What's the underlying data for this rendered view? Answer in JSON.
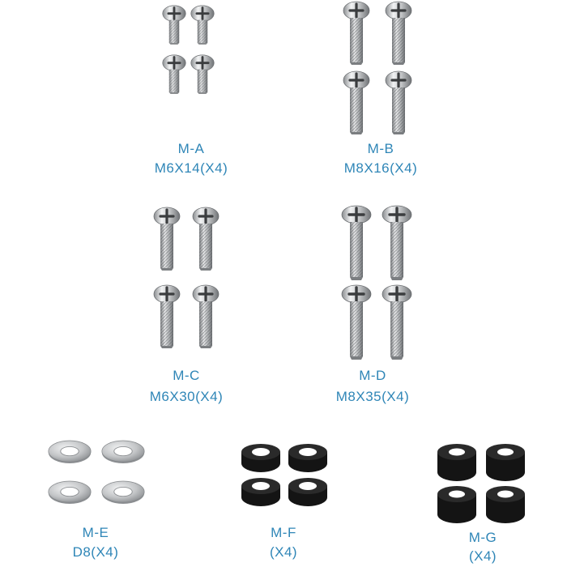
{
  "parts": {
    "ma": {
      "code": "M-A",
      "spec": "M6X14(X4)"
    },
    "mb": {
      "code": "M-B",
      "spec": "M8X16(X4)"
    },
    "mc": {
      "code": "M-C",
      "spec": "M6X30(X4)"
    },
    "md": {
      "code": "M-D",
      "spec": "M8X35(X4)"
    },
    "me": {
      "code": "M-E",
      "spec": "D8(X4)"
    },
    "mf": {
      "code": "M-F",
      "spec": "(X4)"
    },
    "mg": {
      "code": "M-G",
      "spec": "(X4)"
    }
  },
  "colors": {
    "label": "#2f86b7",
    "steel": "#c9cbcd",
    "rubber": "#1e1e1e"
  },
  "icons": {
    "screw": "phillips-screw-icon",
    "washer": "flat-washer-icon",
    "spacer": "rubber-spacer-icon"
  }
}
